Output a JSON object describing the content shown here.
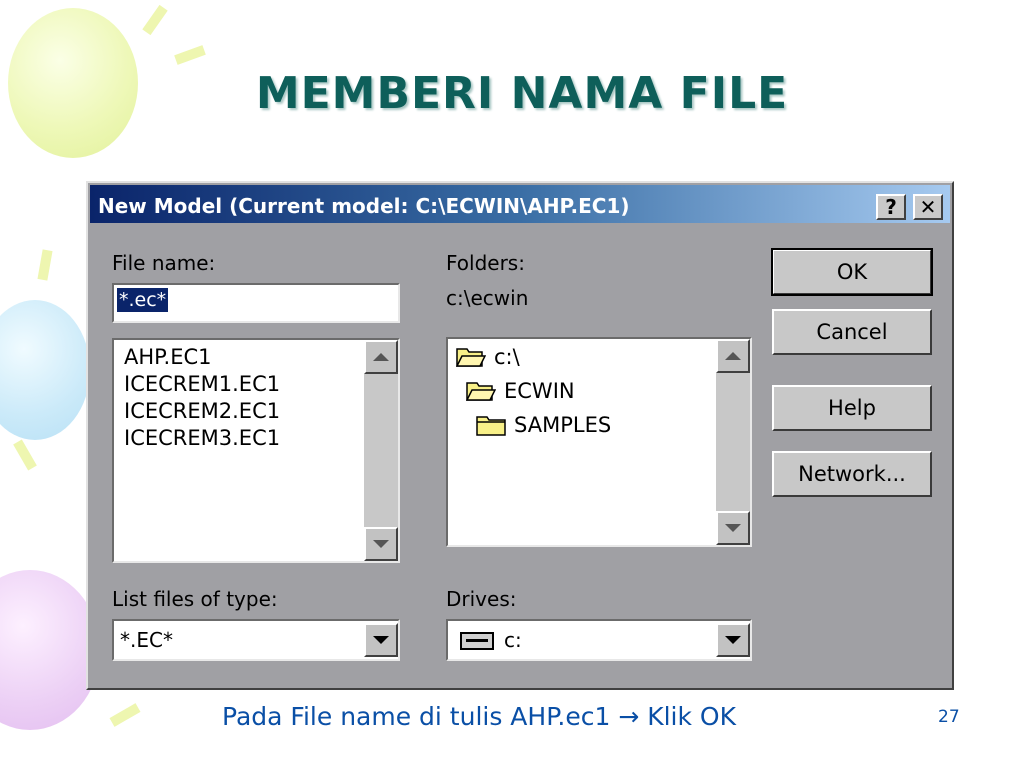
{
  "slide": {
    "title": "MEMBERI NAMA FILE",
    "caption": "Pada File name di tulis AHP.ec1 → Klik OK",
    "page_number": "27"
  },
  "dialog": {
    "title": "New Model (Current model: C:\\ECWIN\\AHP.EC1)",
    "help_glyph": "?",
    "close_glyph": "✕",
    "file_name_label": "File name:",
    "file_name_value": "*.ec*",
    "files": [
      "AHP.EC1",
      "ICECREM1.EC1",
      "ICECREM2.EC1",
      "ICECREM3.EC1"
    ],
    "folders_label": "Folders:",
    "current_folder": "c:\\ecwin",
    "folder_tree": [
      {
        "name": "c:\\",
        "icon": "open-folder-icon"
      },
      {
        "name": "ECWIN",
        "icon": "open-folder-icon"
      },
      {
        "name": "SAMPLES",
        "icon": "closed-folder-icon"
      }
    ],
    "list_type_label": "List files of type:",
    "list_type_value": "*.EC*",
    "drives_label": "Drives:",
    "drive_value": "c:",
    "buttons": {
      "ok": "OK",
      "cancel": "Cancel",
      "help": "Help",
      "network": "Network..."
    }
  },
  "colors": {
    "title": "#0e5f5a",
    "caption": "#0a4fa6",
    "dialog_bg": "#a0a0a4",
    "titlebar_start": "#0a246a",
    "titlebar_end": "#a6caf0",
    "selection": "#0a246a"
  }
}
